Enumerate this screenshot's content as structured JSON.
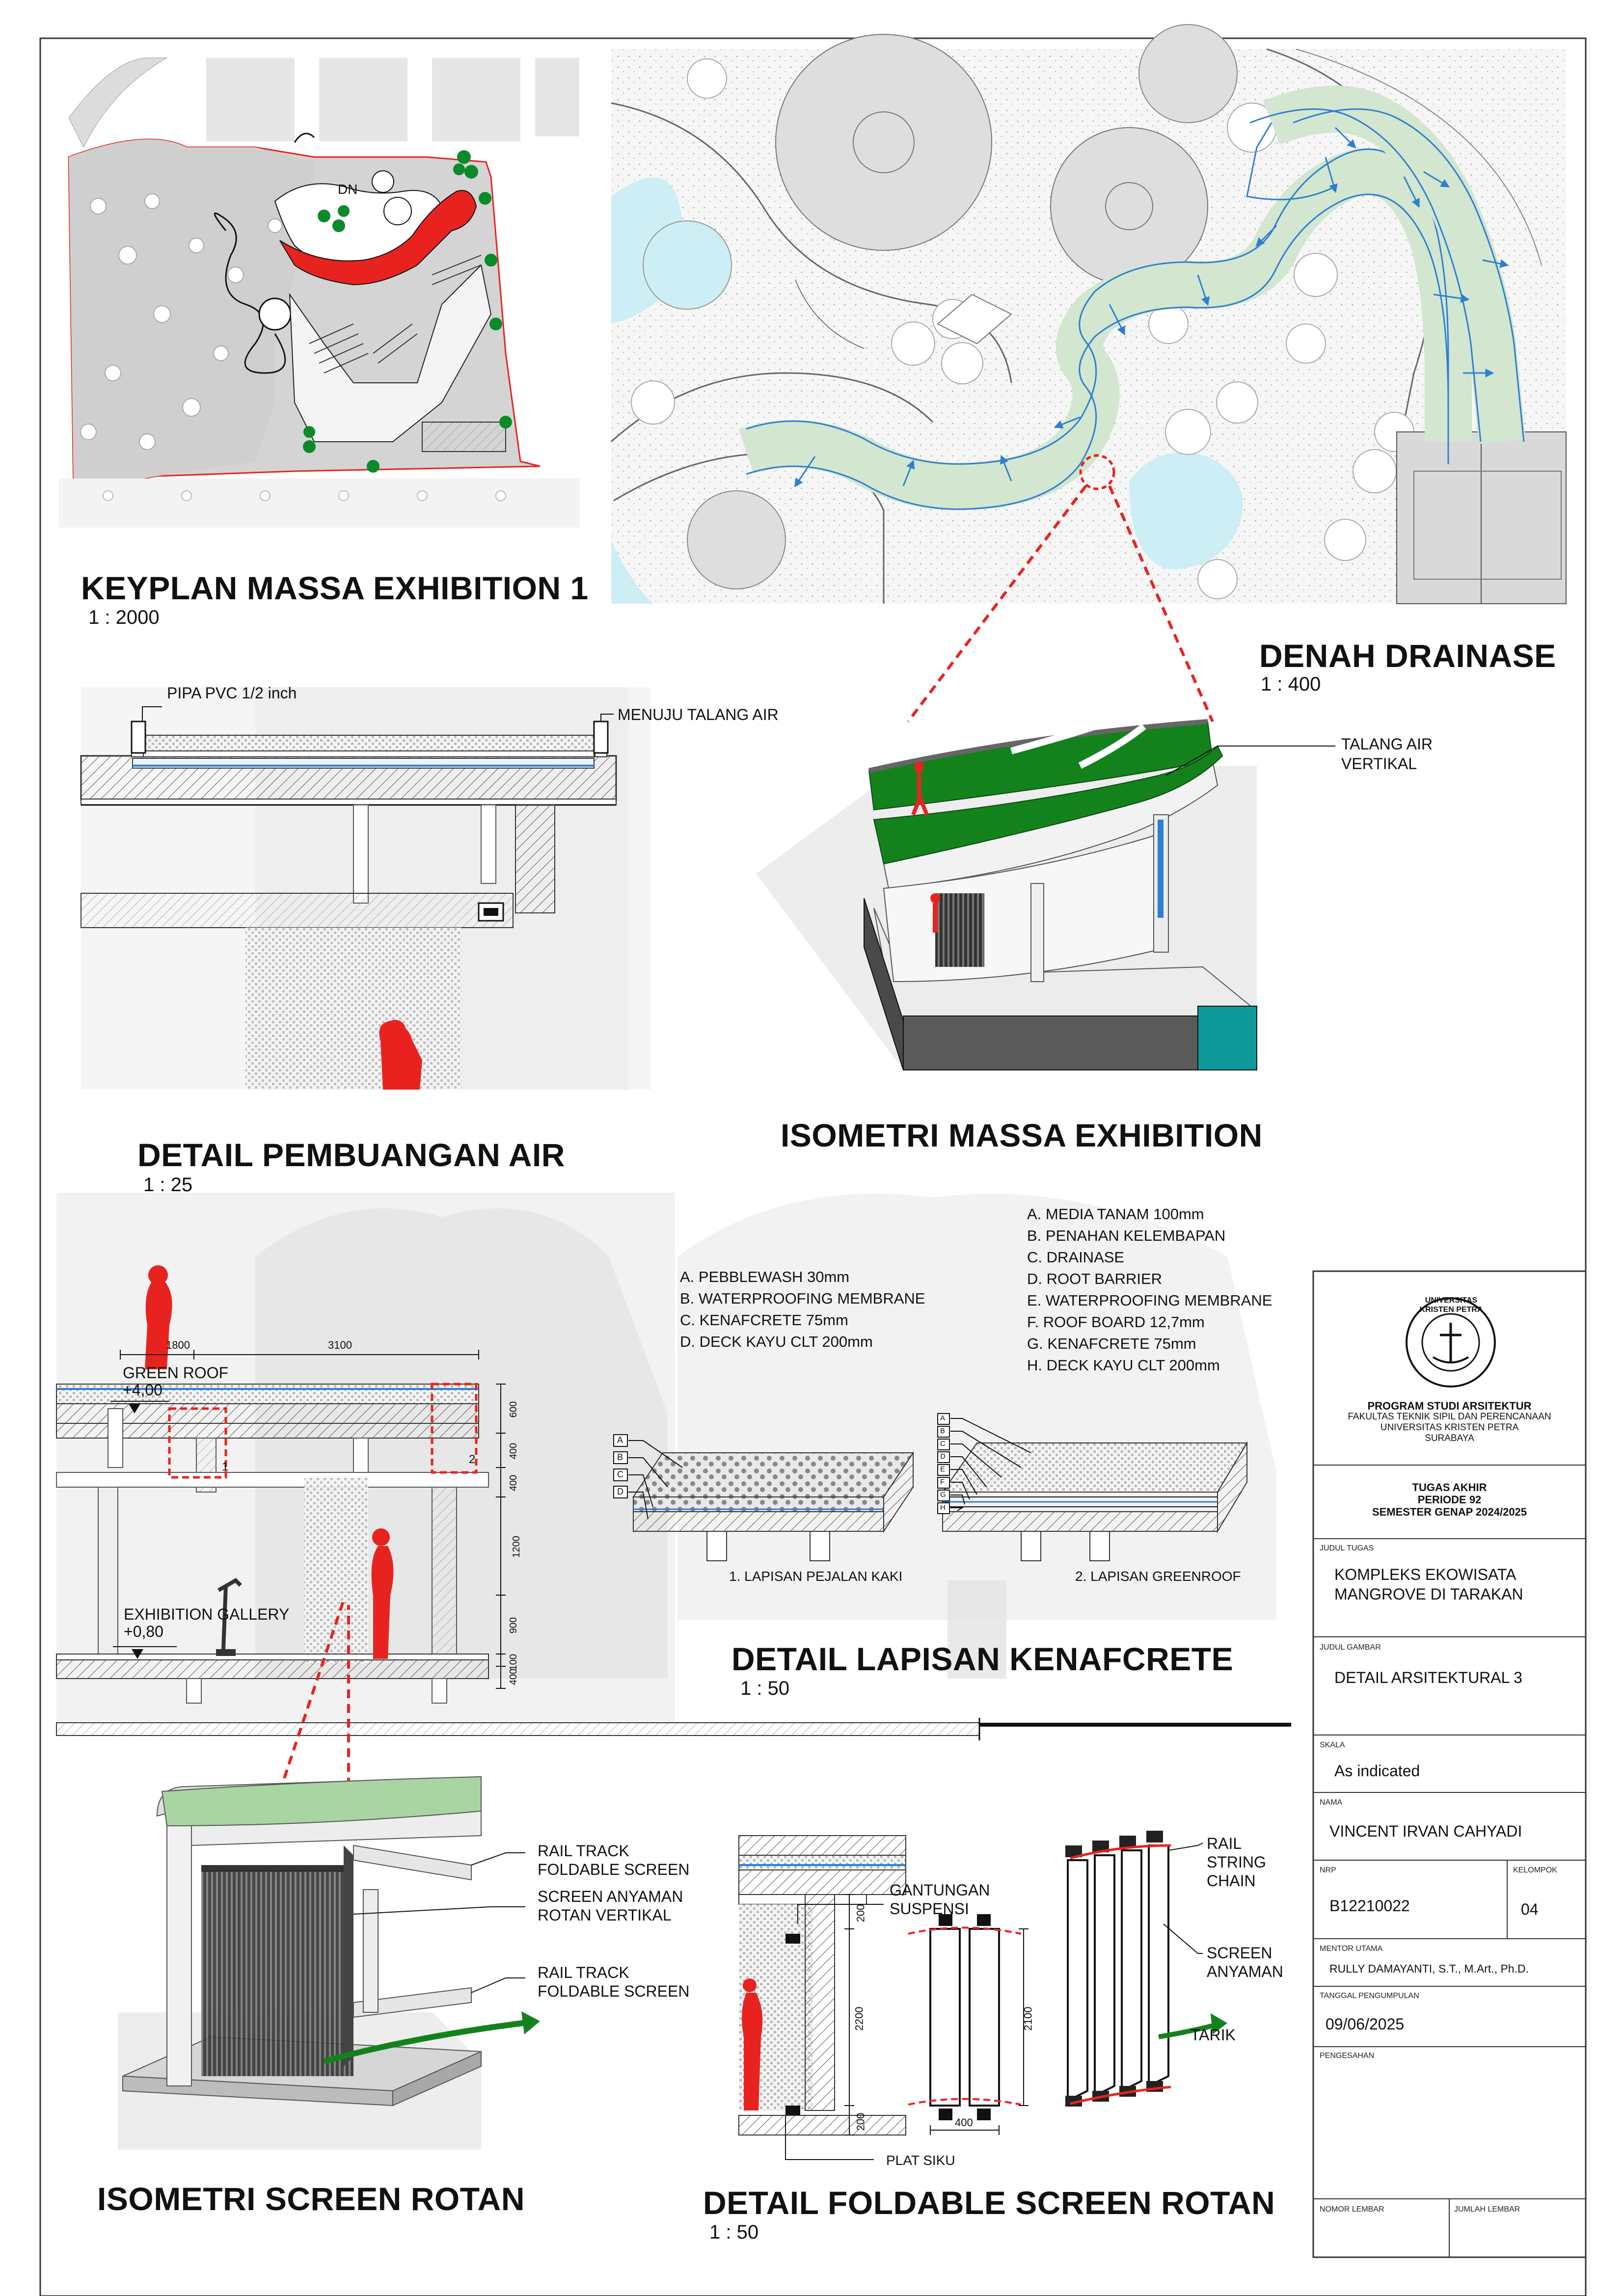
{
  "keyplan": {
    "title": "KEYPLAN MASSA EXHIBITION 1",
    "scale": "1 : 2000",
    "dn_label": "DN"
  },
  "denah": {
    "title": "DENAH DRAINASE",
    "scale": "1 : 400"
  },
  "pembuangan": {
    "title": "DETAIL PEMBUANGAN AIR",
    "scale": "1 : 25",
    "label_pipa": "PIPA PVC 1/2 inch",
    "label_talang": "MENUJU TALANG AIR"
  },
  "isometri_massa": {
    "title": "ISOMETRI MASSA EXHIBITION",
    "label_talang_1": "TALANG AIR",
    "label_talang_2": "VERTIKAL"
  },
  "section": {
    "dim_1800": "1800",
    "dim_3100": "3100",
    "level_green_name": "GREEN ROOF",
    "level_green_val": "+4,00",
    "level_gallery_name": "EXHIBITION GALLERY",
    "level_gallery_val": "+0,80",
    "dims_vertical": [
      "600",
      "400",
      "400",
      "1200",
      "900",
      "100",
      "400"
    ],
    "callout_1": "1",
    "callout_2": "2"
  },
  "lapisan": {
    "title": "DETAIL LAPISAN KENAFCRETE",
    "scale": "1 : 50",
    "list_1": [
      "A. PEBBLEWASH 30mm",
      "B. WATERPROOFING MEMBRANE",
      "C. KENAFCRETE 75mm",
      "D. DECK KAYU CLT 200mm"
    ],
    "list_2": [
      "A. MEDIA TANAM 100mm",
      "B. PENAHAN KELEMBAPAN",
      "C. DRAINASE",
      "D. ROOT BARRIER",
      "E. WATERPROOFING MEMBRANE",
      "F. ROOF BOARD 12,7mm",
      "G. KENAFCRETE 75mm",
      "H. DECK KAYU CLT 200mm"
    ],
    "letters_1": [
      "A",
      "B",
      "C",
      "D"
    ],
    "letters_2": [
      "A",
      "B",
      "C",
      "D",
      "E",
      "F",
      "G",
      "H"
    ],
    "caption_1": "1. LAPISAN PEJALAN KAKI",
    "caption_2": "2. LAPISAN GREENROOF"
  },
  "isometri_screen": {
    "title": "ISOMETRI SCREEN ROTAN",
    "label_rail_1a": "RAIL TRACK",
    "label_rail_1b": "FOLDABLE SCREEN",
    "label_screen_a": "SCREEN ANYAMAN",
    "label_screen_b": "ROTAN VERTIKAL",
    "label_rail_2a": "RAIL TRACK",
    "label_rail_2b": "FOLDABLE SCREEN"
  },
  "foldable": {
    "title": "DETAIL FOLDABLE SCREEN ROTAN",
    "scale": "1 : 50",
    "label_gantungan_a": "GANTUNGAN",
    "label_gantungan_b": "SUSPENSI",
    "label_rail_a": "RAIL",
    "label_rail_b": "STRING",
    "label_rail_c": "CHAIN",
    "label_screen_a": "SCREEN",
    "label_screen_b": "ANYAMAN",
    "label_tarik": "TARIK",
    "label_plat": "PLAT SIKU",
    "dim_200_top": "200",
    "dim_2200": "2200",
    "dim_200_bot": "200",
    "dim_2100": "2100",
    "dim_400": "400"
  },
  "titleblock": {
    "logo_text": "UNIVERSITAS KRISTEN PETRA",
    "prodi": "PROGRAM STUDI ARSITEKTUR",
    "fakultas": "FAKULTAS TEKNIK SIPIL DAN PERENCANAAN",
    "universitas": "UNIVERSITAS KRISTEN PETRA",
    "kota": "SURABAYA",
    "tugas_akhir": "TUGAS AKHIR",
    "periode": "PERIODE 92",
    "semester": "SEMESTER GENAP 2024/2025",
    "label_judul_tugas": "JUDUL TUGAS",
    "judul_tugas_1": "KOMPLEKS EKOWISATA",
    "judul_tugas_2": "MANGROVE DI TARAKAN",
    "label_judul_gambar": "JUDUL GAMBAR",
    "judul_gambar": "DETAIL ARSITEKTURAL 3",
    "label_skala": "SKALA",
    "skala": "As indicated",
    "label_nama": "NAMA",
    "nama": "VINCENT IRVAN CAHYADI",
    "label_nrp": "NRP",
    "nrp": "B12210022",
    "label_kelompok": "KELOMPOK",
    "kelompok": "04",
    "label_mentor": "MENTOR UTAMA",
    "mentor": "RULLY DAMAYANTI, S.T., M.Art., Ph.D.",
    "label_tanggal": "TANGGAL PENGUMPULAN",
    "tanggal": "09/06/2025",
    "label_pengesahan": "PENGESAHAN",
    "label_nomor": "NOMOR LEMBAR",
    "label_jumlah": "JUMLAH LEMBAR"
  },
  "colors": {
    "accent_red": "#e8231f",
    "roof_green": "#14821c",
    "drain_blue": "#2f7fd0",
    "teal": "#0f9a9a",
    "water": "#cdeef5"
  }
}
